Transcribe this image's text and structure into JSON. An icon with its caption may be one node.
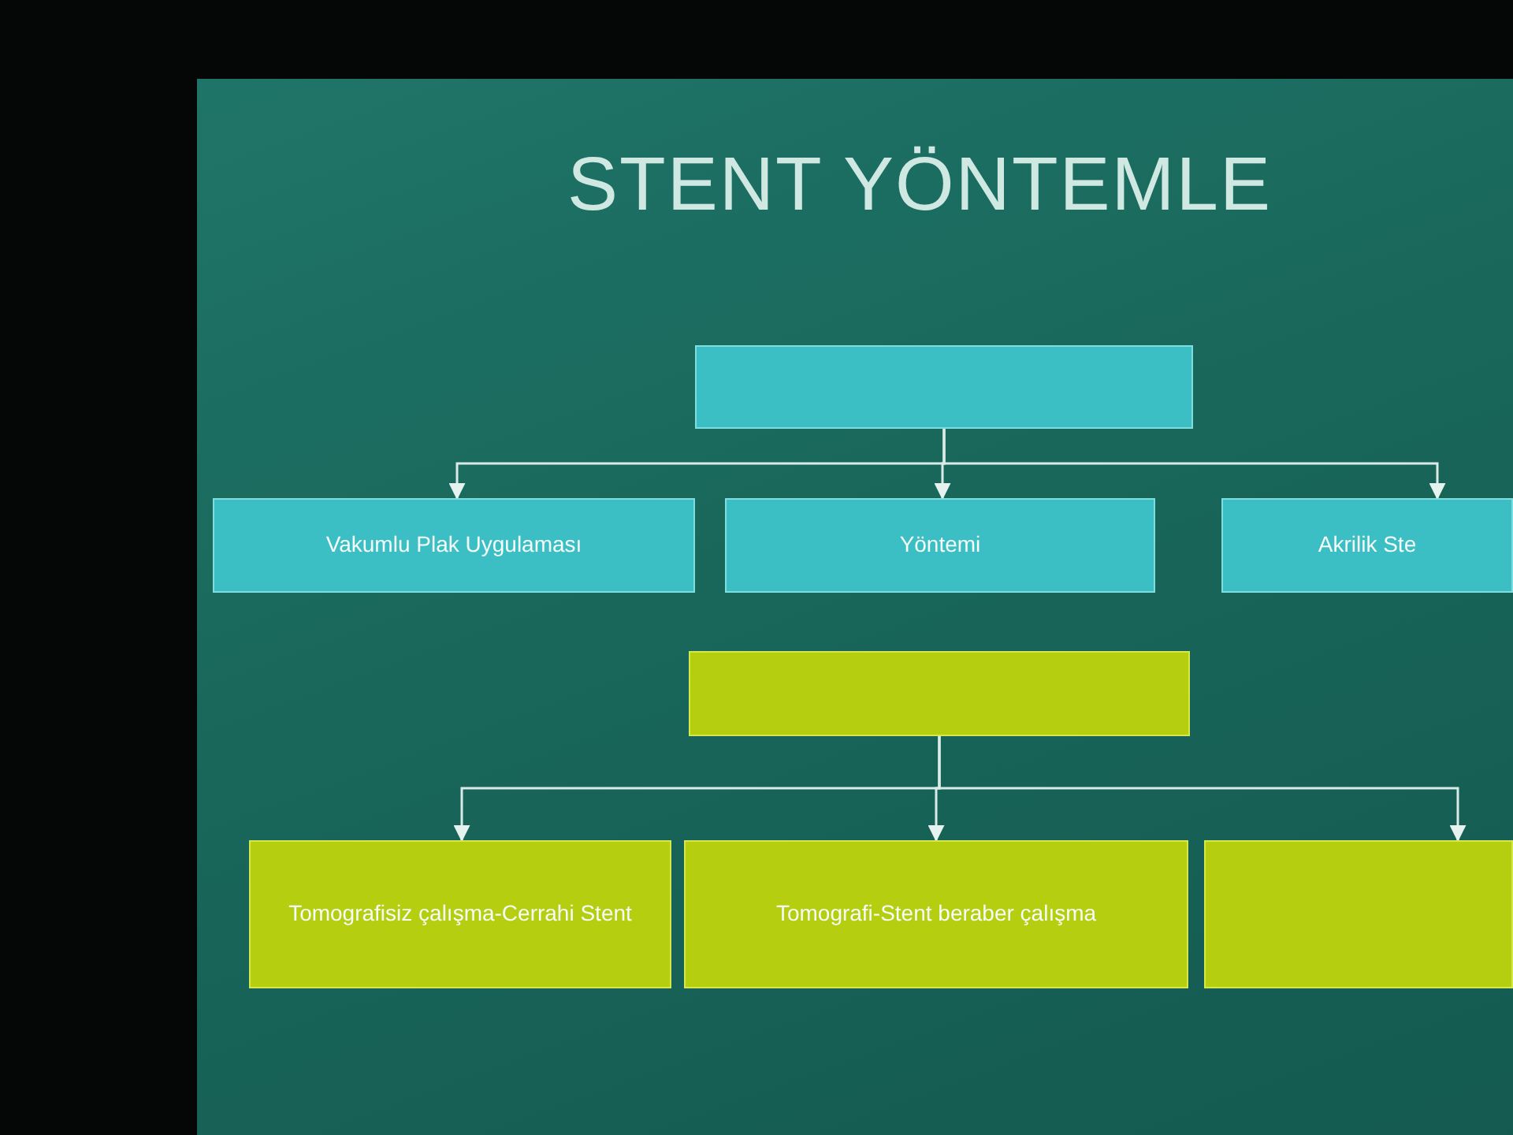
{
  "diagram": {
    "title": "STENT YÖNTEMLE",
    "nodes": [
      {
        "text": [],
        "shape": "box"
      },
      {
        "text": [
          "Vakumlu Plak Uygulaması"
        ]
      },
      {
        "text": [
          "Yöntemi"
        ]
      },
      {
        "text": [
          "Akrilik Ste"
        ]
      },
      {
        "text": [],
        "shape": "box"
      },
      {
        "text": [
          "Tomografisiz çalışma-Cerrahi Stent"
        ]
      },
      {
        "text": [
          "Tomografi-Stent beraber çalışma"
        ]
      },
      {
        "text": [],
        "shape": "box"
      }
    ],
    "edges": [
      {
        "from": 0,
        "to": 1,
        "arrow": "to"
      },
      {
        "from": 0,
        "to": 2,
        "arrow": "to"
      },
      {
        "from": 0,
        "to": 3,
        "arrow": "to"
      },
      {
        "from": 4,
        "to": 5,
        "arrow": "to"
      },
      {
        "from": 4,
        "to": 6,
        "arrow": "to"
      },
      {
        "from": 4,
        "to": 7,
        "arrow": "to"
      }
    ]
  }
}
